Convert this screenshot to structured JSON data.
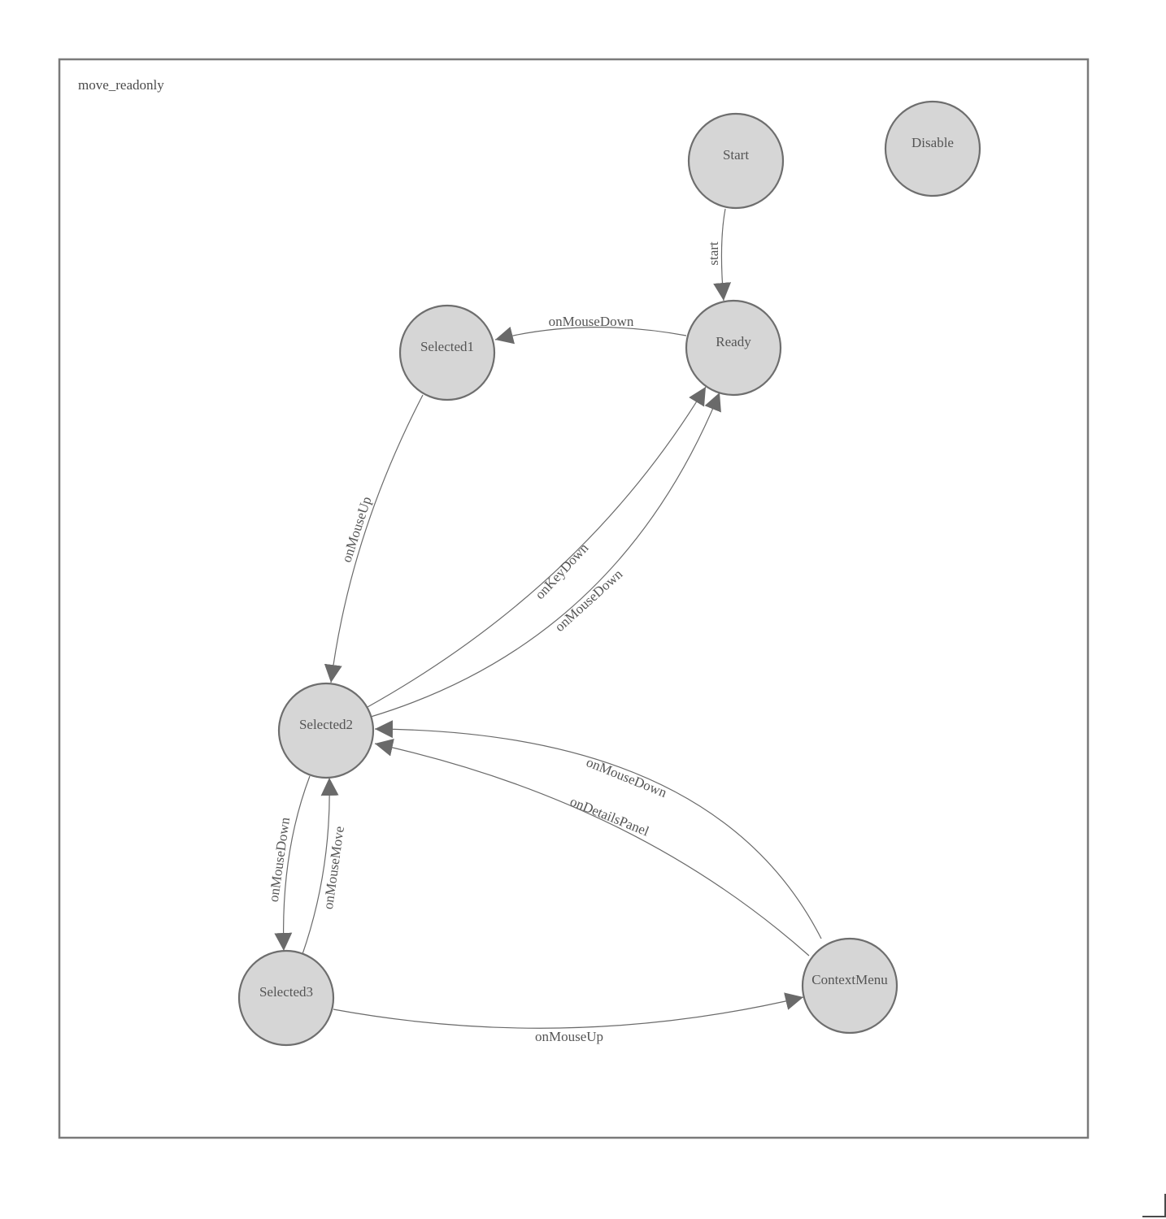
{
  "diagram": {
    "title": "move_readonly",
    "colors": {
      "node_fill": "#d6d6d6",
      "node_stroke": "#6e6e6e",
      "edge": "#6a6a6a",
      "text": "#555555",
      "frame": "#7a7a7a"
    },
    "nodes": {
      "start": "Start",
      "disable": "Disable",
      "ready": "Ready",
      "selected1": "Selected1",
      "selected2": "Selected2",
      "selected3": "Selected3",
      "contextmenu": "ContextMenu"
    },
    "edges": [
      {
        "from": "Start",
        "to": "Ready",
        "label": "start"
      },
      {
        "from": "Ready",
        "to": "Selected1",
        "label": "onMouseDown"
      },
      {
        "from": "Selected1",
        "to": "Selected2",
        "label": "onMouseUp"
      },
      {
        "from": "Selected2",
        "to": "Ready",
        "label": "onKeyDown"
      },
      {
        "from": "Selected2",
        "to": "Ready",
        "label": "onMouseDown"
      },
      {
        "from": "Selected2",
        "to": "Selected3",
        "label": "onMouseDown"
      },
      {
        "from": "Selected3",
        "to": "Selected2",
        "label": "onMouseMove"
      },
      {
        "from": "Selected3",
        "to": "ContextMenu",
        "label": "onMouseUp"
      },
      {
        "from": "ContextMenu",
        "to": "Selected2",
        "label": "onMouseDown"
      },
      {
        "from": "ContextMenu",
        "to": "Selected2",
        "label": "onDetailsPanel"
      }
    ]
  }
}
